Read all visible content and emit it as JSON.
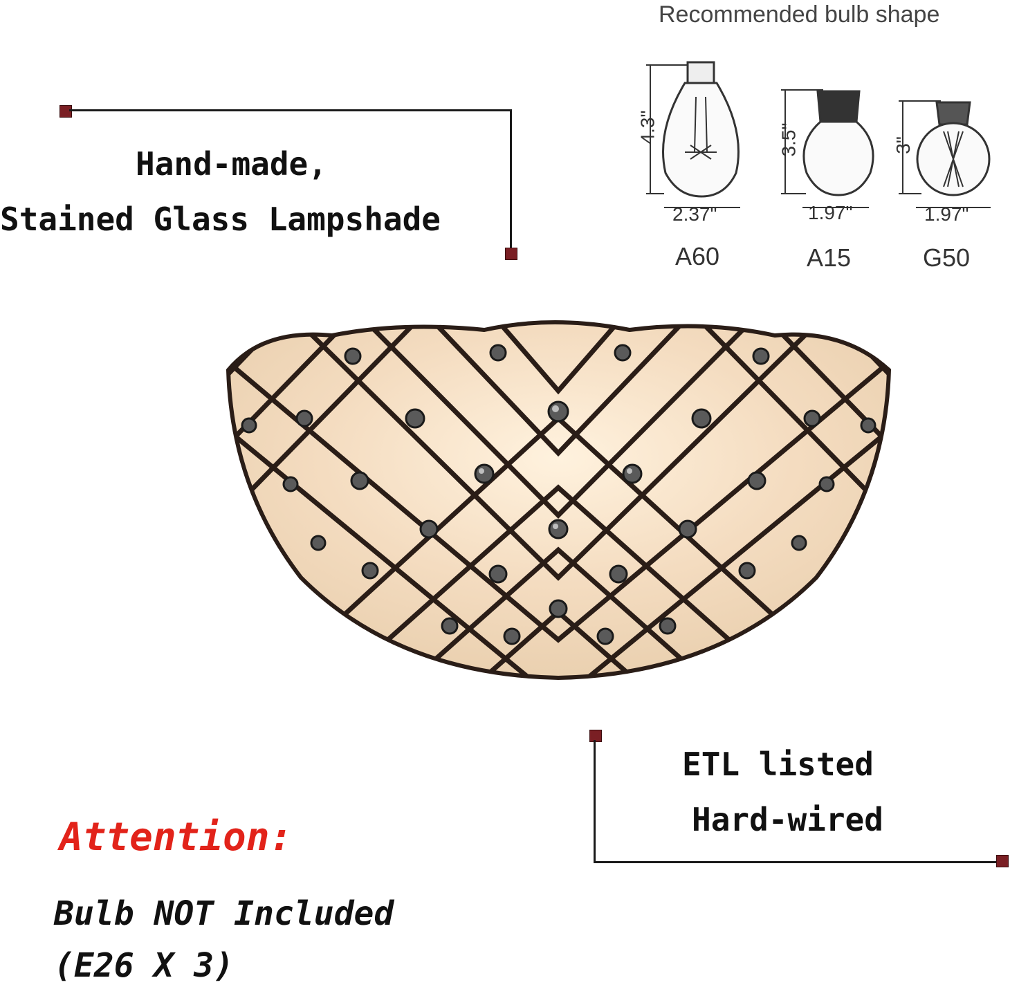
{
  "feature_left": {
    "line1": "Hand-made,",
    "line2": "Stained Glass Lampshade"
  },
  "feature_right": {
    "line1": "ETL listed",
    "line2": "Hard-wired"
  },
  "bulb_panel": {
    "title": "Recommended bulb shape",
    "bulbs": [
      {
        "name": "A60",
        "height": "4.3\"",
        "width": "2.37\""
      },
      {
        "name": "A15",
        "height": "3.5\"",
        "width": "1.97\""
      },
      {
        "name": "G50",
        "height": "3\"",
        "width": "1.97\""
      }
    ]
  },
  "attention": {
    "heading": "Attention:",
    "line1": "Bulb NOT Included",
    "line2": "(E26 X 3)"
  },
  "colors": {
    "glass": "#f3dcc0",
    "lead": "#2a1d17",
    "marker": "#7a1f24",
    "attention": "#e2231a"
  }
}
